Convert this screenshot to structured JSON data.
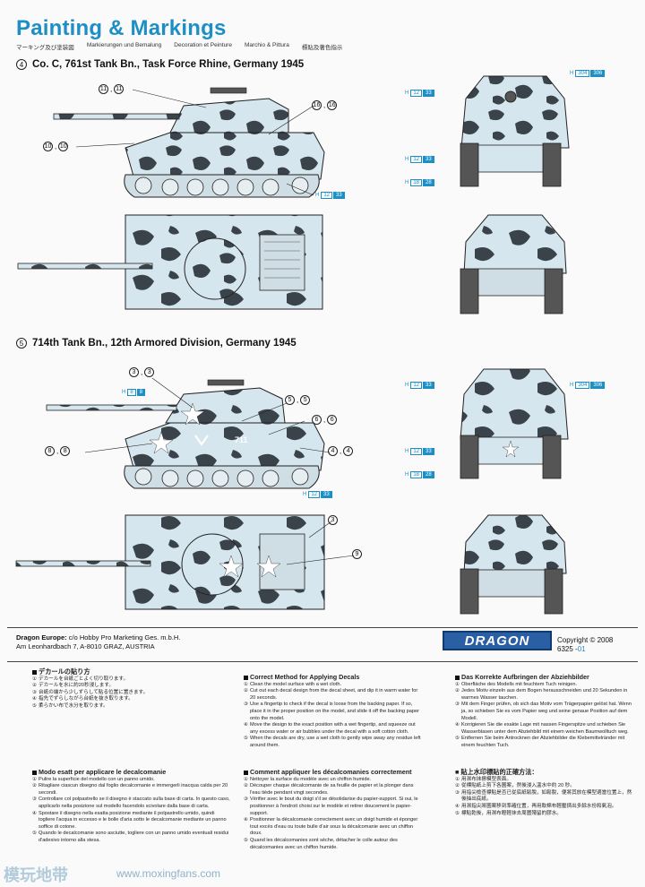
{
  "header": {
    "title": "Painting & Markings",
    "subtitles": [
      "マーキング及び塗装図",
      "Markierungen und Bemalung",
      "Decoration et Peinture",
      "Marchio & Pittura",
      "標貼及著色指示"
    ]
  },
  "schemes": [
    {
      "num": "4",
      "caption": "Co. C, 761st Tank Bn., Task Force Rhine, Germany 1945",
      "callouts": [
        {
          "a": "11",
          "b": "11"
        },
        {
          "a": "10",
          "b": "10"
        },
        {
          "a": "16",
          "b": "16"
        }
      ],
      "side_hbox": {
        "h": "H",
        "n1": "12",
        "n2": "33"
      },
      "front_hboxes": [
        {
          "h": "H",
          "n1": "12",
          "n2": "33"
        },
        {
          "h": "H",
          "n1": "12",
          "n2": "33"
        },
        {
          "h": "H",
          "n1": "18",
          "n2": "28"
        },
        {
          "h": "H",
          "n1": "304",
          "n2": "306"
        }
      ]
    },
    {
      "num": "5",
      "caption": "714th Tank Bn., 12th Armored Division, Germany 1945",
      "callouts": [
        {
          "a": "3",
          "b": "3"
        },
        {
          "a": "5",
          "b": "5"
        },
        {
          "a": "6",
          "b": "6"
        },
        {
          "a": "8",
          "b": "8"
        },
        {
          "a": "4",
          "b": "4"
        }
      ],
      "top_callouts": [
        "3",
        "9"
      ],
      "hull_number": "711",
      "side_hboxes": [
        {
          "h": "H",
          "n1": "8",
          "n2": "8"
        },
        {
          "h": "H",
          "n1": "12",
          "n2": "33"
        }
      ],
      "front_hboxes": [
        {
          "h": "H",
          "n1": "12",
          "n2": "33"
        },
        {
          "h": "H",
          "n1": "304",
          "n2": "306"
        },
        {
          "h": "H",
          "n1": "12",
          "n2": "33"
        },
        {
          "h": "H",
          "n1": "18",
          "n2": "28"
        }
      ]
    }
  ],
  "footer": {
    "company_bold": "Dragon Europe:",
    "company_line1": " c/o Hobby Pro Marketing Ges. m.b.H.",
    "company_line2": "Am Leonhardbach 7, A-8010 GRAZ, AUSTRIA",
    "logo": "DRAGON",
    "copyright": "Copyright © 2008",
    "code_prefix": "6325 -",
    "code_suffix": "01"
  },
  "instructions": {
    "jp": {
      "head": "デカールの貼り方",
      "items": [
        "デカールを台紙ごとよく切り取ります。",
        "デカールを水に約20秒浸します。",
        "台紙の端から少しずらして貼る位置に置きます。",
        "指先でずらしながら台紙を抜き取ります。",
        "柔らかい布で水分を取ります。"
      ]
    },
    "en": {
      "head": "Correct Method for Applying Decals",
      "items": [
        "Clean the model surface with a wet cloth.",
        "Cut out each decal design from the decal sheet, and dip it in warm water for 20 seconds.",
        "Use a fingertip to check if the decal is loose from the backing paper. If so, place it in the proper position on the model, and slide it off the backing paper onto the model.",
        "Move the design to the exact position with a wet fingertip, and squeeze out any excess water or air bubbles under the decal with a soft cotton cloth.",
        "When the decals are dry, use a wet cloth to gently wipe away any residue left around them."
      ]
    },
    "de": {
      "head": "Das Korrekte Aufbringen der Abziehbilder",
      "items": [
        "Oberfläche des Modells mit feuchtem Tuch reinigen.",
        "Jedes Motiv einzeln aus dem Bogen herausschneiden und 20 Sekunden in warmes Wasser tauchen.",
        "Mit dem Finger prüfen, ob sich das Motiv vom Trägerpapier gelöst hat. Wenn ja, so schieben Sie es vom Papier weg und seine genaue Position auf dem Modell.",
        "Korrigieren Sie die exakte Lage mit nassen Fingerspitze und schieben Sie Wasserblasen unter dem Abziehbild mit einem weichen Baumwolltuch weg.",
        "Entfernen Sie beim Antrocknen der Abziehbilder die Klebemittelränder mit einem feuchten Tuch."
      ]
    },
    "it": {
      "head": "Modo esatt per applicare le decalcomanie",
      "items": [
        "Pulire la superficie del modello con un panno umido.",
        "Ritagliare ciascun disegno dal foglio decalcomanie e immergerli inacqua calda per 20 secondi.",
        "Controllare col polpastrello se il disegno è staccato sulla base di carta. In questo caso, applicarlo nella posizione sul modello facendolo scivolare dalla base di carta.",
        "Spostare il disegno nella esatta posizione mediante il polpastrello umido, quindi togliere l'acqua in eccesso e le bolle d'aria sotto le decalcomanie mediante un panno soffice di cotone.",
        "Quando le decalcomanie sono asciutte, togliere con un panno umido eventuali residui d'adesivo intorno alla stesa."
      ]
    },
    "fr": {
      "head": "Comment appliquer les décalcomanies correctement",
      "items": [
        "Nettoyer la surface du modèle avec un chiffon humide.",
        "Découper chaque décalcomanie de sa feuille de papier et la plonger dans l'eau tiède pendant vingt secondes.",
        "Vérifier avec le bout du doigt s'il se désolidarise du papier-support. Si oui, le positionner à l'endroit choisi sur le modèle et retirer doucement le papier-support.",
        "Positionner la décalcomanie correctement avec un doigt humide et éponger tout excès d'eau ou toute bulle d'air sous la décalcomanie avec un chiffon doux.",
        "Quand les décalcomanies sont sèche, détacher le colle autour des décalcomanies avec un chiffon humide."
      ]
    },
    "cn": {
      "head": "■ 貼上水印標貼的正確方法：",
      "items": [
        "用濕布抹擦模型表面。",
        "從標貼紙上剪下各圖案，然後浸入溫水中約 20 秒。",
        "用指尖檢查標貼是否已從底紙鬆脫，如鬆脫，便將其放在模型適當位置上，然後抽出底紙。",
        "用濕指尖將圖案移到準確位置，再用軟棉布輕壓擠出多餘水份和氣泡。",
        "標貼乾後，用濕布輕輕抹去周圍殘留的膠水。"
      ]
    }
  },
  "watermark": {
    "cn": "模玩地带",
    "url": "www.moxingfans.com"
  },
  "colors": {
    "title_blue": "#1e8fc4",
    "camo_light": "#d6e6ee",
    "camo_dark": "#3b434a",
    "outline": "#222222",
    "logo_blue": "#2a5fa3"
  }
}
